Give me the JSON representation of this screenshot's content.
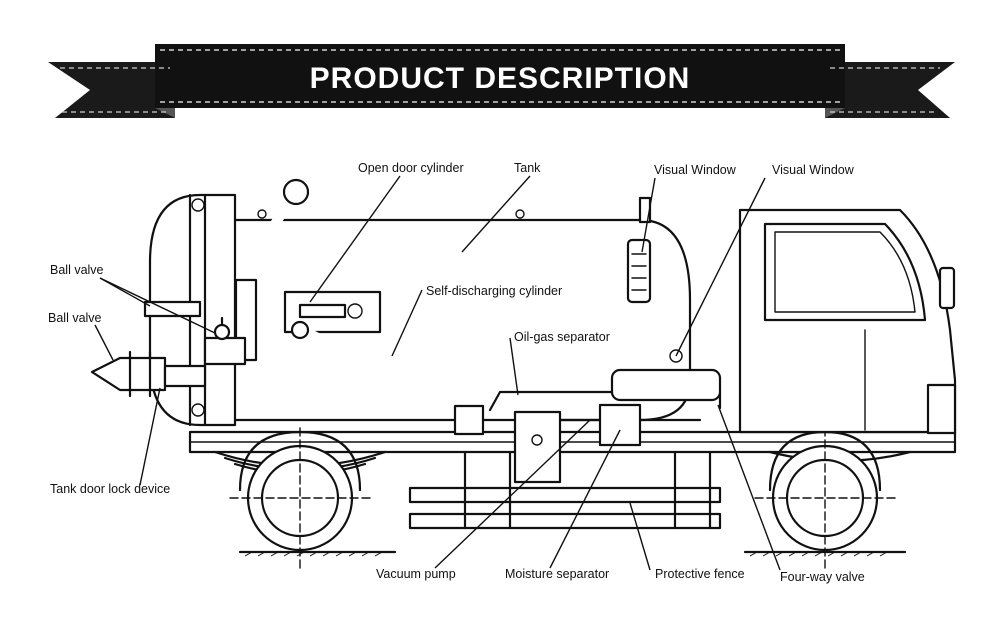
{
  "banner": {
    "title": "PRODUCT DESCRIPTION",
    "background": "#111111",
    "text_color": "#ffffff"
  },
  "labels": {
    "open_door_cylinder": "Open door cylinder",
    "tank": "Tank",
    "visual_window_1": "Visual Window",
    "visual_window_2": "Visual Window",
    "ball_valve_1": "Ball valve",
    "ball_valve_2": "Ball valve",
    "self_discharging_cylinder": "Self-discharging cylinder",
    "oil_gas_separator": "Oil-gas separator",
    "tank_door_lock_device": "Tank door lock device",
    "vacuum_pump": "Vacuum pump",
    "moisture_separator": "Moisture separator",
    "protective_fence": "Protective fence",
    "four_way_valve": "Four-way valve"
  }
}
